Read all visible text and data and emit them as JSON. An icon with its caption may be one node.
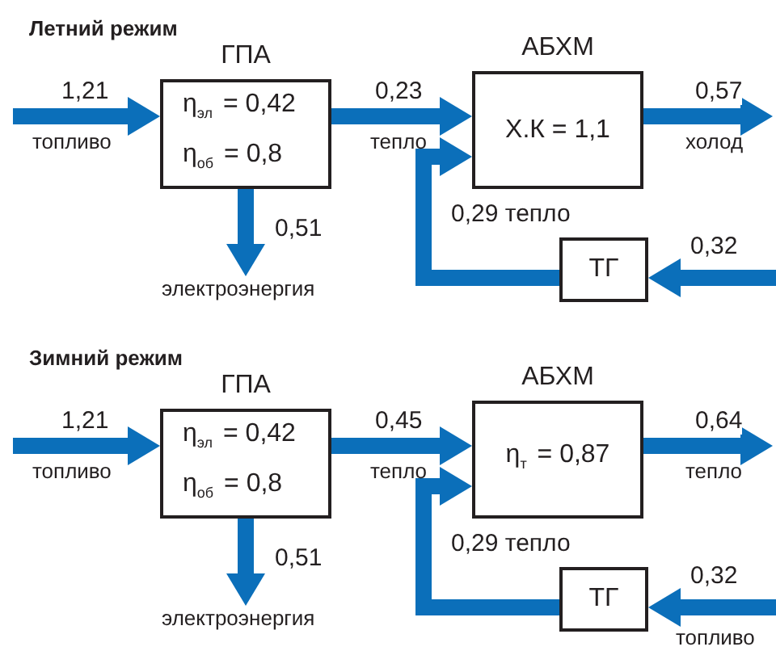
{
  "diagram": {
    "nodes": [
      {
        "text": [
          "ГПА",
          "η$_{эл}$ = 0,42",
          "η$_{об}$ = 0,8"
        ]
      },
      {
        "text": [
          "АБХМ",
          "Х.К = 1,1"
        ]
      },
      {
        "text": [
          "ТГ"
        ]
      },
      {
        "text": [
          "ГПА",
          "η$_{эл}$ = 0,42",
          "η$_{об}$ = 0,8"
        ]
      },
      {
        "text": [
          "АБХМ",
          "η$_{т}$ = 0,87"
        ]
      },
      {
        "text": [
          "ТГ"
        ]
      },
      {
        "text": [
          "электроэнергия"
        ]
      },
      {
        "text": [
          "электроэнергия"
        ]
      }
    ],
    "edges": [
      {
        "from": null,
        "to": 0,
        "arrow": "to",
        "label": "1,21"
      },
      {
        "from": 0,
        "to": 6,
        "arrow": "to",
        "label": "0,51"
      },
      {
        "from": 0,
        "to": 1,
        "arrow": "to",
        "label": "0,23"
      },
      {
        "from": 1,
        "to": null,
        "arrow": "to",
        "label": "0,57"
      },
      {
        "from": null,
        "to": 2,
        "arrow": "to",
        "label": "0,32"
      },
      {
        "from": 2,
        "to": 1,
        "arrow": "to",
        "label": "0,29  тепло"
      },
      {
        "from": null,
        "to": 3,
        "arrow": "to",
        "label": "1,21"
      },
      {
        "from": 3,
        "to": 7,
        "arrow": "to",
        "label": "0,51"
      },
      {
        "from": 3,
        "to": 4,
        "arrow": "to",
        "label": "0,45"
      },
      {
        "from": 4,
        "to": null,
        "arrow": "to",
        "label": "0,64"
      },
      {
        "from": null,
        "to": 5,
        "arrow": "to",
        "label": "0,32"
      },
      {
        "from": 5,
        "to": 4,
        "arrow": "to",
        "label": "0,29  тепло"
      }
    ],
    "labels": [
      "Летний режим",
      "топливо",
      "тепло",
      "холод",
      "Зимний режим",
      "топливо",
      "тепло",
      "тепло",
      "топливо"
    ]
  }
}
